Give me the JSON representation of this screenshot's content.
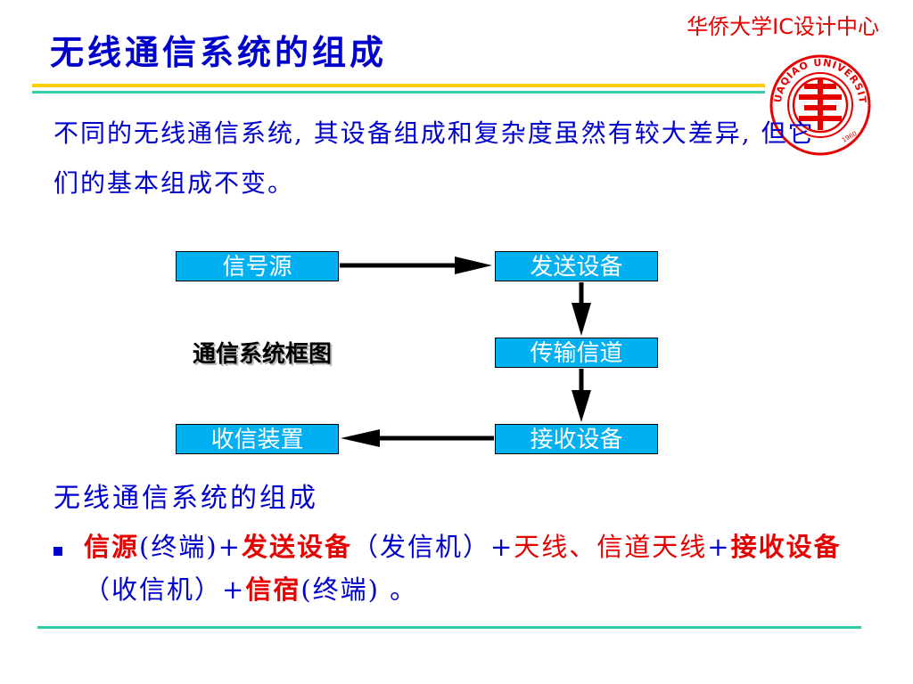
{
  "header": {
    "institution": "华侨大学IC设计中心",
    "title": "无线通信系统的组成"
  },
  "logo": {
    "ring_text": "HUAQIAO UNIVERSITY",
    "year": "1960"
  },
  "intro": "不同的无线通信系统, 其设备组成和复杂度虽然有较大差异, 但它们的基本组成不变。",
  "diagram": {
    "caption": "通信系统框图",
    "boxes": {
      "source": "信号源",
      "transmitter": "发送设备",
      "channel": "传输信道",
      "receiver": "接收设备",
      "sink": "收信装置"
    }
  },
  "section": {
    "heading": "无线通信系统的组成",
    "bullet": [
      {
        "text": "信源",
        "style": "red-bold"
      },
      {
        "text": "(终端)+",
        "style": "blue"
      },
      {
        "text": "发送设备",
        "style": "red-bold"
      },
      {
        "text": "（发信机）+",
        "style": "blue"
      },
      {
        "text": "天线、信道天线",
        "style": "red"
      },
      {
        "text": "+",
        "style": "blue"
      },
      {
        "text": "接收设备",
        "style": "red-bold"
      },
      {
        "text": "（收信机）+",
        "style": "blue"
      },
      {
        "text": "信宿",
        "style": "red-bold"
      },
      {
        "text": "(终端) 。",
        "style": "blue"
      }
    ]
  },
  "colors": {
    "title": "#0000cc",
    "accent_red": "#e60000",
    "box_fill": "#00b0f0",
    "rule_yellow": "#ffcc00",
    "rule_green": "#33ccaa"
  }
}
